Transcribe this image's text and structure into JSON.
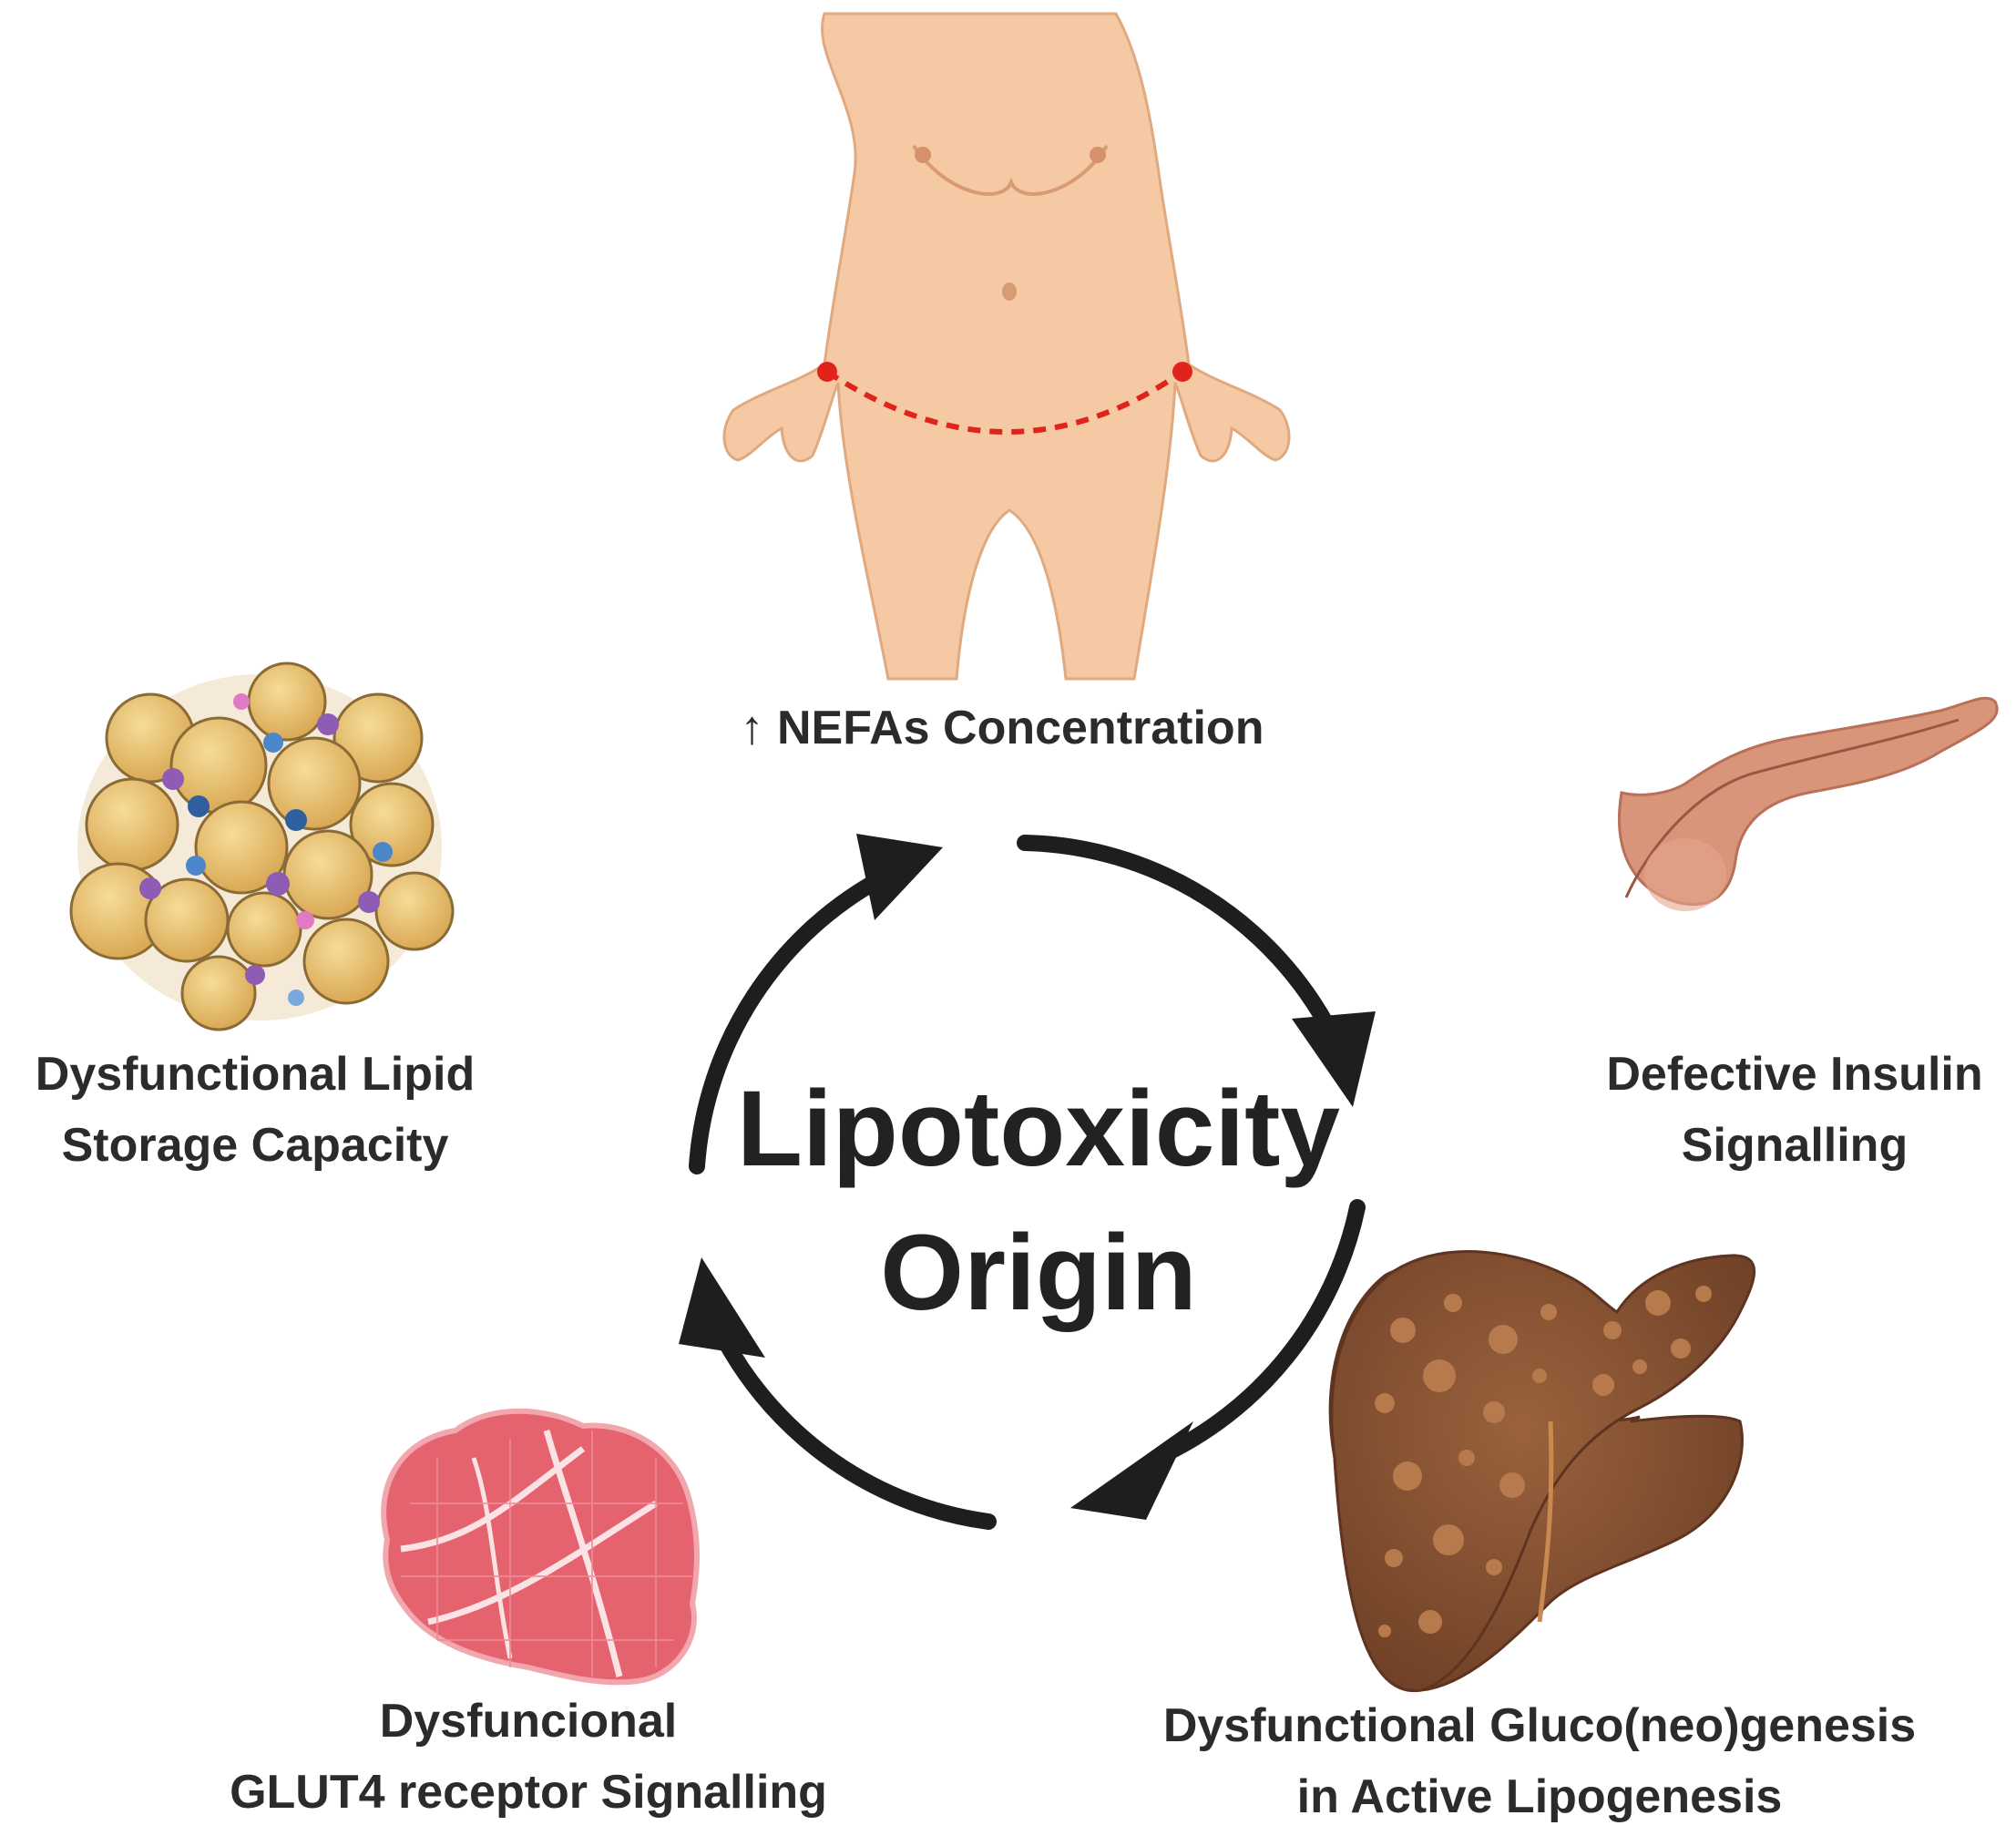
{
  "center": {
    "line1": "Lipotoxicity",
    "line2": "Origin"
  },
  "nodes": {
    "nefas": {
      "text": "↑ NEFAs Concentration",
      "icon": "body-silhouette-icon"
    },
    "insulin": {
      "line1": "Defective Insulin",
      "line2": "Signalling",
      "icon": "pancreas-icon"
    },
    "liver": {
      "line1": "Dysfunctional Gluco(neo)genesis",
      "line2": "in Active Lipogenesis",
      "icon": "fatty-liver-icon"
    },
    "muscle": {
      "line1": "Dysfuncional",
      "line2": "GLUT4 receptor Signalling",
      "icon": "muscle-tissue-icon"
    },
    "adipose": {
      "line1": "Dysfunctional Lipid",
      "line2": "Storage Capacity",
      "icon": "adipose-tissue-icon"
    }
  },
  "colors": {
    "arrow": "#1e1e1e",
    "skin": "#f4c9a4",
    "waist_line": "#e0241b",
    "pancreas": "#d9957a",
    "liver": "#8a5535",
    "liver_spots": "#b77a4c",
    "muscle": "#e5636f",
    "adipocyte": "#e8c373"
  }
}
